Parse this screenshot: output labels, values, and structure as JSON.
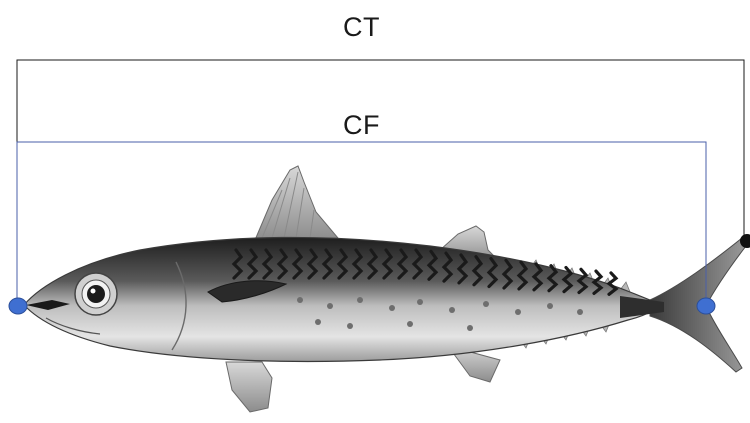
{
  "labels": {
    "total_length": "CT",
    "fork_length": "CF"
  },
  "colors": {
    "ct_line": "#1a1a1a",
    "cf_line": "#4a5fa8",
    "landmark_blue": "#3f6fd1",
    "landmark_black": "#111111",
    "fish_dark": "#2b2b2b",
    "fish_mid": "#8a8a8a",
    "fish_light": "#e6e6e6"
  },
  "subject": {
    "icon": "mackerel-fish-illustration"
  }
}
